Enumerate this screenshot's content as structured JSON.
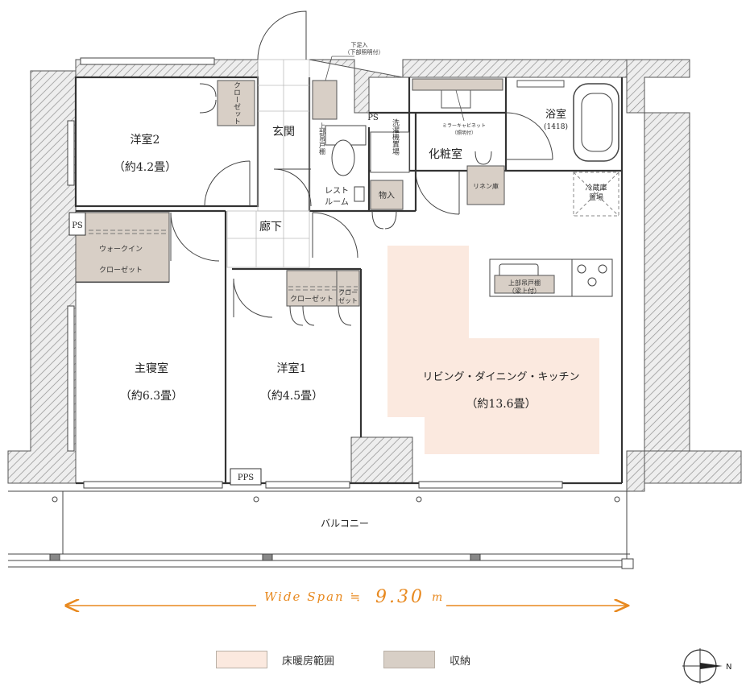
{
  "rooms": {
    "western2": {
      "name": "洋室2",
      "size": "（約4.2畳）"
    },
    "master": {
      "name": "主寝室",
      "size": "（約6.3畳）"
    },
    "western1": {
      "name": "洋室1",
      "size": "（約4.5畳）"
    },
    "ldk": {
      "name": "リビング・ダイニング・キッチン",
      "size": "（約13.6畳）"
    },
    "entrance": "玄関",
    "hallway": "廊下",
    "powder": "化粧室",
    "bath": {
      "name": "浴室",
      "size": "(1418)"
    },
    "restroom": [
      "レスト",
      "ルーム"
    ],
    "balcony": "バルコニー"
  },
  "storage": {
    "closet_w2": "クローゼット",
    "walkin": [
      "ウォークイン",
      "クローゼット"
    ],
    "closet_w1": "クローゼット",
    "closet_w1_small": [
      "クロー",
      "ゼット"
    ],
    "storeroom": "物入",
    "linen": "リネン庫",
    "laundry": "洗濯機置場",
    "fridge": [
      "冷蔵庫",
      "置場"
    ],
    "upper_shelf_rest": "上部吊戸棚",
    "upper_shelf_kitchen": [
      "上部吊戸棚",
      "（梁上付）"
    ],
    "mirror_cabinet": [
      "ミラーキャビネット",
      "（照明付）"
    ],
    "shoe_box": [
      "下足入",
      "（下部照明付）"
    ]
  },
  "ps": {
    "ps1": "PS",
    "ps2": "PS",
    "pps": "PPS"
  },
  "span": {
    "label": "Wide Span ≒",
    "value": "9.30",
    "unit": "m"
  },
  "legend": {
    "heated": "床暖房範囲",
    "storage": "収納"
  },
  "compass": {
    "letter": "N"
  },
  "colors": {
    "heated": "#fbe9df",
    "storage": "#d8cfc6",
    "wall_hatch": "#9a9a9a",
    "span_accent": "#e8891f"
  }
}
